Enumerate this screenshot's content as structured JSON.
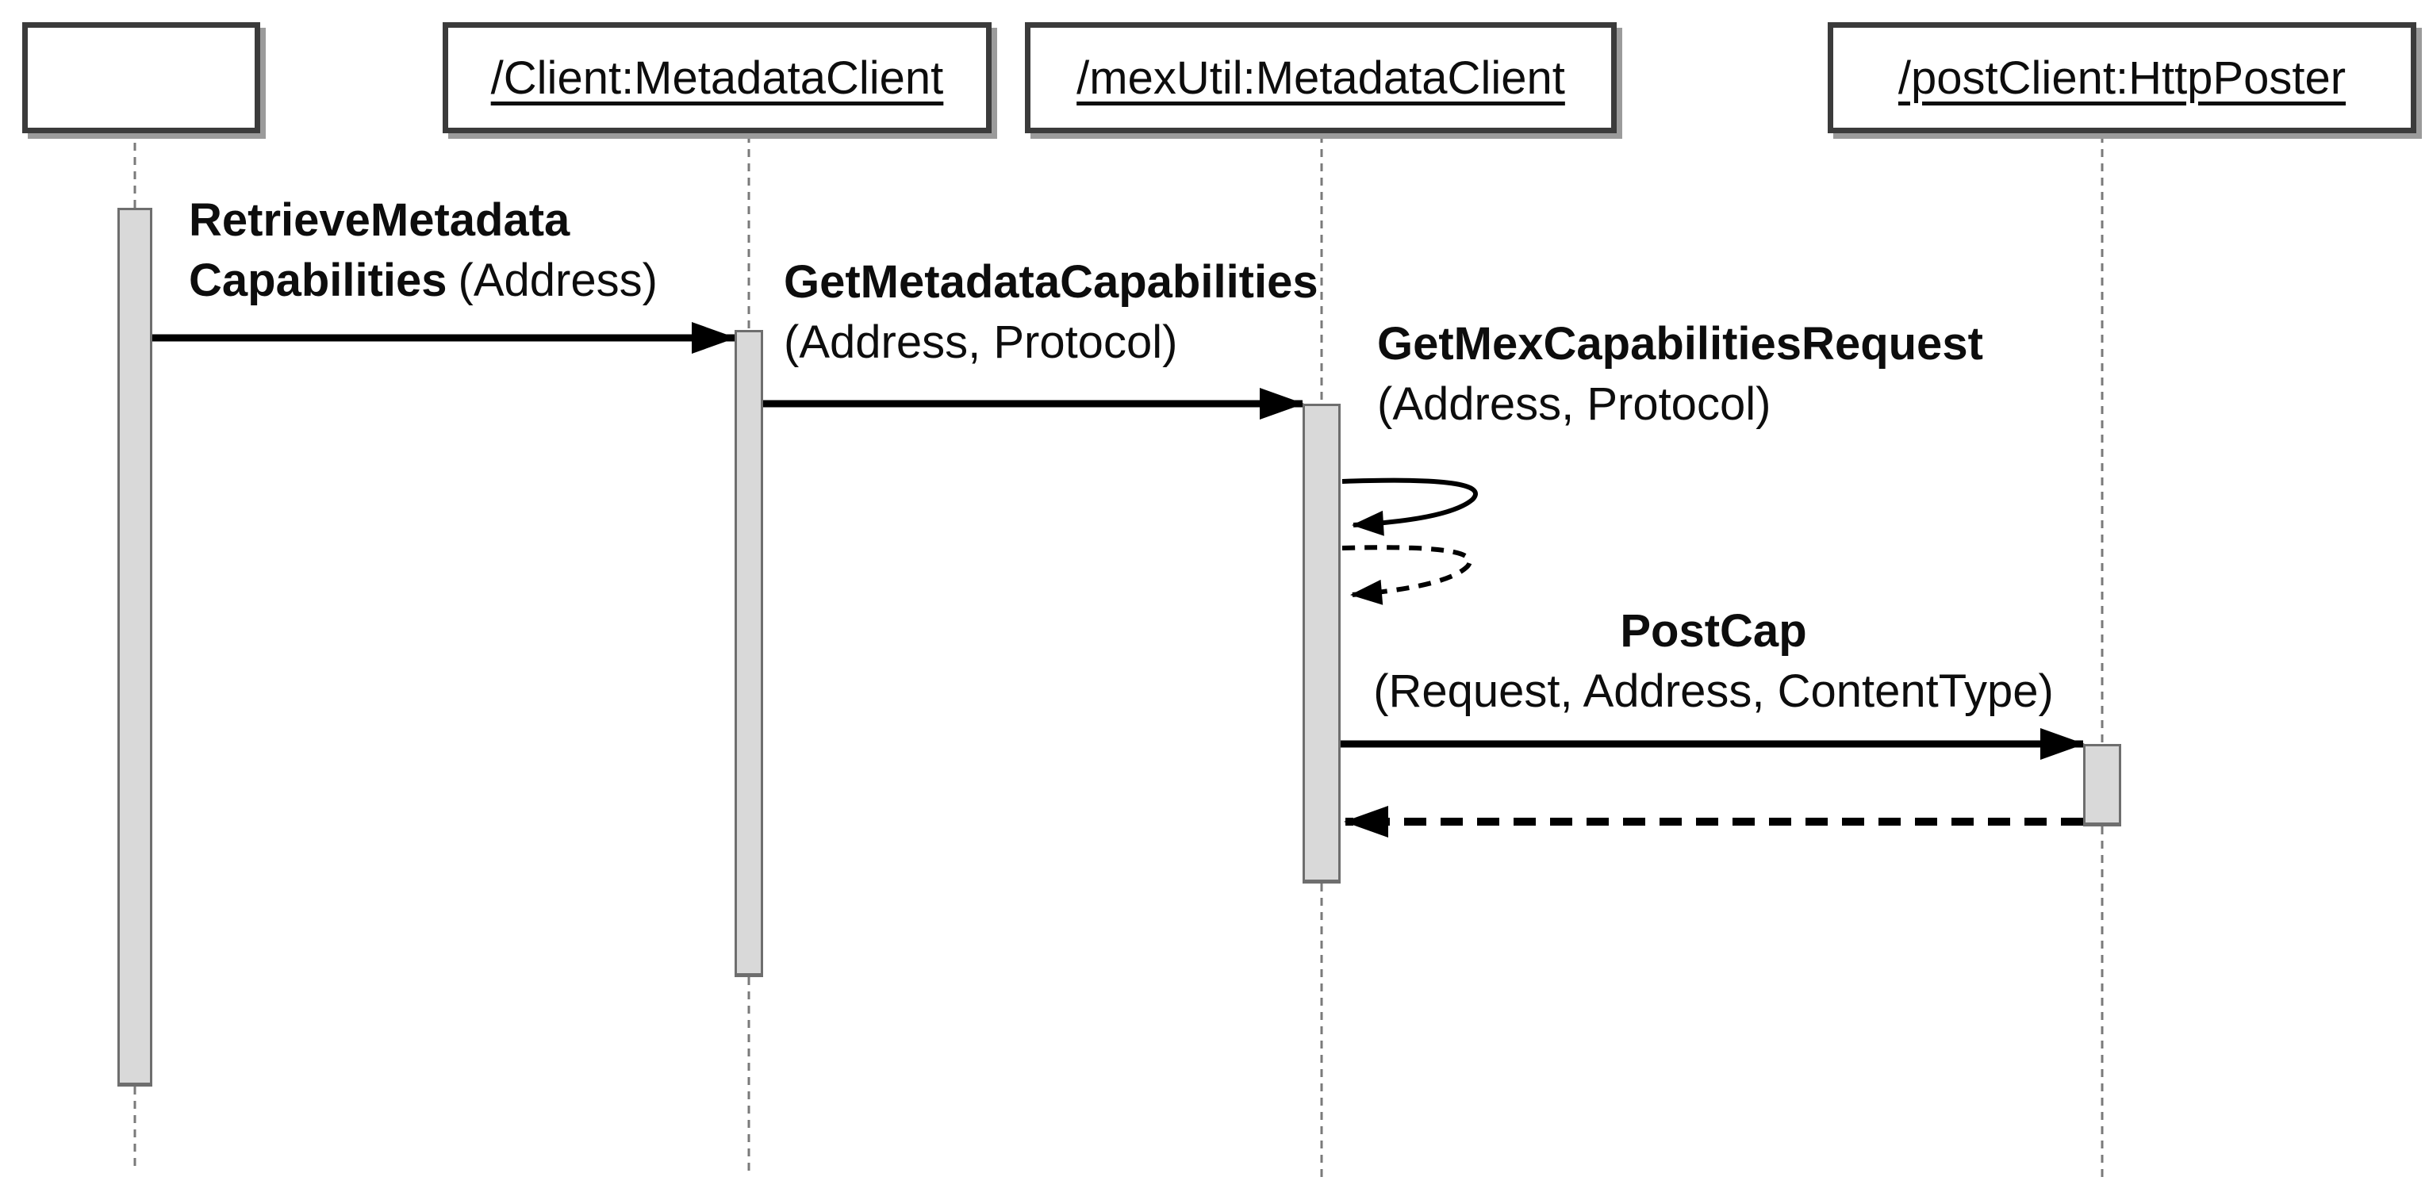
{
  "diagram_type": "uml-sequence",
  "lifelines": [
    {
      "id": "anonymous",
      "label": ""
    },
    {
      "id": "client",
      "label": "/Client:MetadataClient"
    },
    {
      "id": "mexUtil",
      "label": "/mexUtil:MetadataClient"
    },
    {
      "id": "postClient",
      "label": "/postClient:HttpPoster"
    }
  ],
  "messages": {
    "retrieveMetadata": {
      "from": "anonymous",
      "to": "client",
      "style": "solid-sync",
      "name_line1": "RetrieveMetadata",
      "name_line2": "Capabilities",
      "params": "(Address)"
    },
    "getMetadataCapabilities": {
      "from": "client",
      "to": "mexUtil",
      "style": "solid-sync",
      "name": "GetMetadataCapabilities",
      "params": "(Address, Protocol)"
    },
    "getMexCapabilitiesRequest": {
      "from": "mexUtil",
      "to": "mexUtil",
      "style": "self-call-with-dashed-self-return",
      "name": "GetMexCapabilitiesRequest",
      "params": "(Address, Protocol)"
    },
    "postCap": {
      "from": "mexUtil",
      "to": "postClient",
      "style": "solid-sync-with-dashed-return",
      "name": "PostCap",
      "params": "(Request, Address, ContentType)"
    }
  },
  "colors": {
    "message_line": "#000000",
    "lifeline_dash": "#7a7a7a",
    "activation_fill": "#d9d9d9",
    "activation_border": "#6e6e6e",
    "head_border": "#3b3b3b",
    "head_shadow": "#9b9b9b",
    "text": "#0d0d0d",
    "background": "#ffffff"
  }
}
